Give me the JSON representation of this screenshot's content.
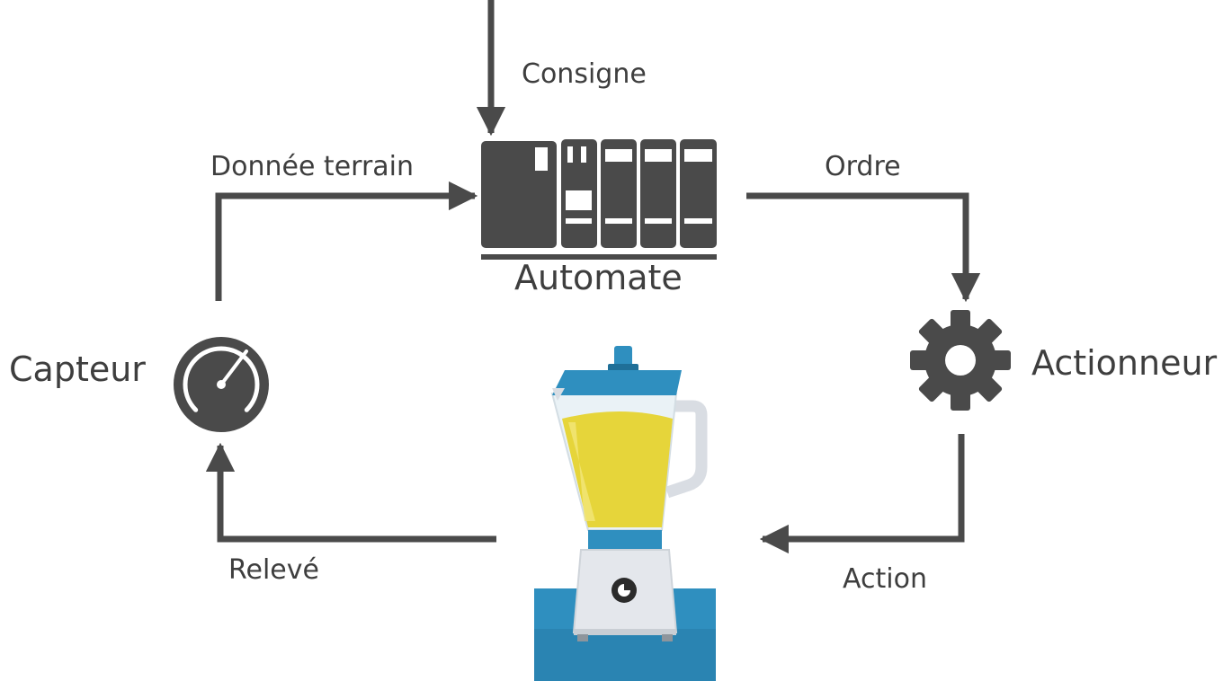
{
  "labels": {
    "consigne": "Consigne",
    "donnee_terrain": "Donnée terrain",
    "ordre": "Ordre",
    "automate": "Automate",
    "capteur": "Capteur",
    "actionneur": "Actionneur",
    "releve": "Relevé",
    "action": "Action"
  },
  "colors": {
    "ink": "#4a4a4a",
    "text": "#3e3e3e",
    "blender_blue": "#2f8fbf",
    "juice": "#e6d53a",
    "base": "#e4e7ec"
  },
  "icons": {
    "plc": "plc-icon",
    "gauge": "gauge-icon",
    "gear": "gear-icon",
    "blender": "blender-icon"
  }
}
